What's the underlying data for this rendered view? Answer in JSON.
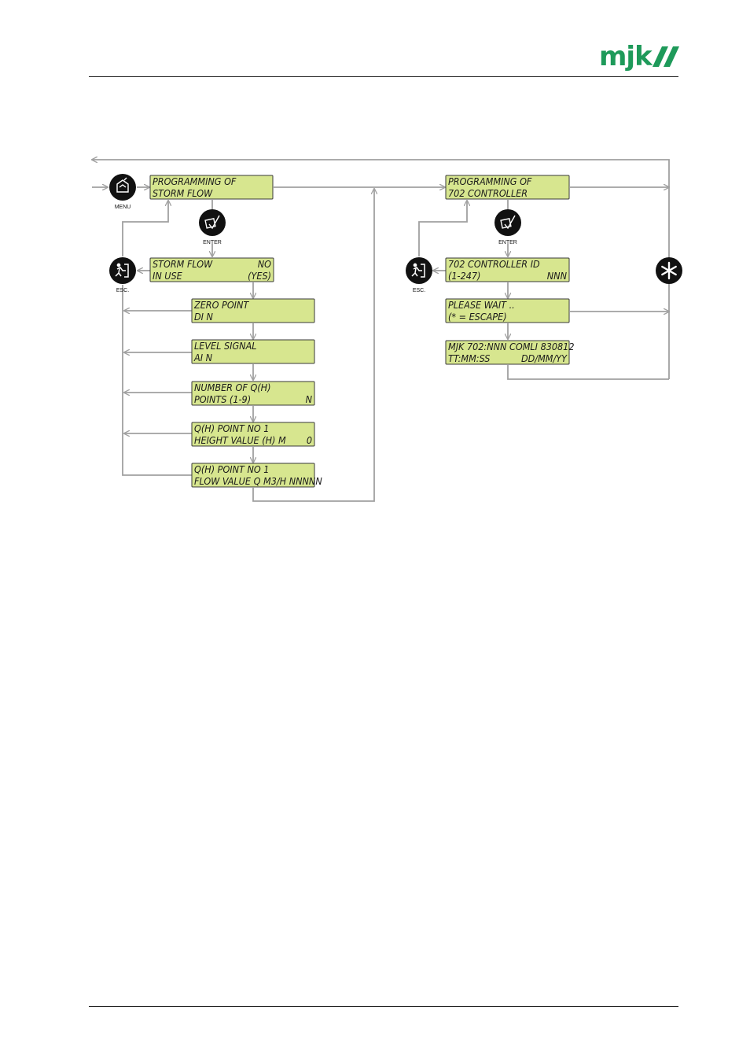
{
  "header": {
    "logo_text": "mjk"
  },
  "colors": {
    "lcd_fill": "#d7e68f",
    "lcd_border": "#3a3a3a",
    "arrow": "#a0a0a0",
    "button": "#111111",
    "logo": "#1e9a5a"
  },
  "buttons": {
    "menu": "MENU",
    "enter_left": "ENTER",
    "enter_right": "ENTER",
    "esc_left": "ESC.",
    "esc_right": "ESC."
  },
  "screens": {
    "storm_flow_menu": {
      "line1": "PROGRAMMING OF",
      "line2": "STORM FLOW"
    },
    "storm_flow_in_use": {
      "line1": "STORM FLOW",
      "line1_right": "NO",
      "line2": "IN USE",
      "line2_right": "(YES)"
    },
    "zero_point": {
      "line1": "ZERO POINT",
      "line2": "DI N"
    },
    "level_signal": {
      "line1": "LEVEL SIGNAL",
      "line2": "AI N"
    },
    "number_of_q": {
      "line1": "NUMBER OF Q(H)",
      "line2": "POINTS (1-9)",
      "line2_right": "N"
    },
    "height_value": {
      "line1": "Q(H) POINT NO 1",
      "line2": "HEIGHT VALUE (H) M",
      "line2_right": "0"
    },
    "flow_value": {
      "line1": "Q(H) POINT NO 1",
      "line2": "FLOW VALUE Q M3/H  NNNNN"
    },
    "controller_menu": {
      "line1": "PROGRAMMING OF",
      "line2": "702 CONTROLLER"
    },
    "controller_id": {
      "line1": "702 CONTROLLER ID",
      "line2": "(1-247)",
      "line2_right": "NNN"
    },
    "please_wait": {
      "line1": "PLEASE WAIT ..",
      "line2": "(* = ESCAPE)"
    },
    "comli": {
      "line1": "MJK 702:NNN COMLI 830812",
      "line2": "TT:MM:SS",
      "line2_right": "DD/MM/YY"
    }
  }
}
